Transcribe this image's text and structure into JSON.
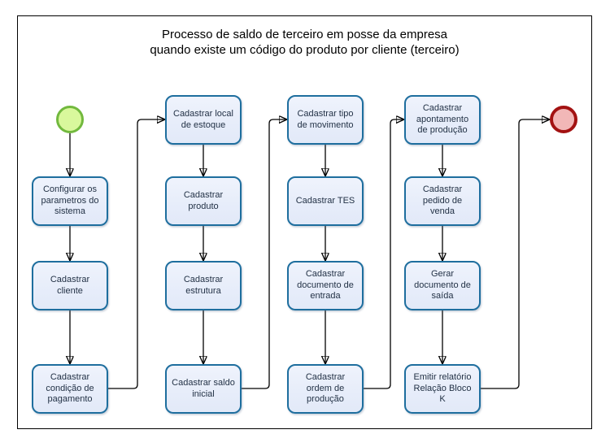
{
  "title": {
    "line1": "Processo de saldo de terceiro em posse da empresa",
    "line2": "quando existe um código do produto por cliente (terceiro)"
  },
  "tasks": [
    {
      "id": "task-configurar-parametros",
      "label": "Configurar os\nparametros do\nsistema"
    },
    {
      "id": "task-cadastrar-cliente",
      "label": "Cadastrar\ncliente"
    },
    {
      "id": "task-cadastrar-condicao-pagamento",
      "label": "Cadastrar\ncondição de\npagamento"
    },
    {
      "id": "task-cadastrar-local-estoque",
      "label": "Cadastrar local\nde estoque"
    },
    {
      "id": "task-cadastrar-produto",
      "label": "Cadastrar\nproduto"
    },
    {
      "id": "task-cadastrar-estrutura",
      "label": "Cadastrar\nestrutura"
    },
    {
      "id": "task-cadastrar-saldo-inicial",
      "label": "Cadastrar saldo\ninicial"
    },
    {
      "id": "task-cadastrar-tipo-movimento",
      "label": "Cadastrar tipo\nde movimento"
    },
    {
      "id": "task-cadastrar-tes",
      "label": "Cadastrar TES"
    },
    {
      "id": "task-cadastrar-documento-entrada",
      "label": "Cadastrar\ndocumento de\nentrada"
    },
    {
      "id": "task-cadastrar-ordem-producao",
      "label": "Cadastrar\nordem de\nprodução"
    },
    {
      "id": "task-cadastrar-apontamento-producao",
      "label": "Cadastrar\napontamento\nde produção"
    },
    {
      "id": "task-cadastrar-pedido-venda",
      "label": "Cadastrar\npedido de\nvenda"
    },
    {
      "id": "task-gerar-documento-saida",
      "label": "Gerar\ndocumento de\nsaída"
    },
    {
      "id": "task-emitir-relatorio-bloco-k",
      "label": "Emitir relatório\nRelação Bloco\nK"
    }
  ],
  "flow": [
    [
      "start-event",
      "task-configurar-parametros"
    ],
    [
      "task-configurar-parametros",
      "task-cadastrar-cliente"
    ],
    [
      "task-cadastrar-cliente",
      "task-cadastrar-condicao-pagamento"
    ],
    [
      "task-cadastrar-condicao-pagamento",
      "task-cadastrar-local-estoque"
    ],
    [
      "task-cadastrar-local-estoque",
      "task-cadastrar-produto"
    ],
    [
      "task-cadastrar-produto",
      "task-cadastrar-estrutura"
    ],
    [
      "task-cadastrar-estrutura",
      "task-cadastrar-saldo-inicial"
    ],
    [
      "task-cadastrar-saldo-inicial",
      "task-cadastrar-tipo-movimento"
    ],
    [
      "task-cadastrar-tipo-movimento",
      "task-cadastrar-tes"
    ],
    [
      "task-cadastrar-tes",
      "task-cadastrar-documento-entrada"
    ],
    [
      "task-cadastrar-documento-entrada",
      "task-cadastrar-ordem-producao"
    ],
    [
      "task-cadastrar-ordem-producao",
      "task-cadastrar-apontamento-producao"
    ],
    [
      "task-cadastrar-apontamento-producao",
      "task-cadastrar-pedido-venda"
    ],
    [
      "task-cadastrar-pedido-venda",
      "task-gerar-documento-saida"
    ],
    [
      "task-gerar-documento-saida",
      "task-emitir-relatorio-bloco-k"
    ],
    [
      "task-emitir-relatorio-bloco-k",
      "end-event"
    ]
  ],
  "colors": {
    "task_fill": "#e8edfa",
    "task_border": "#1e6e9e",
    "task_text": "#233246",
    "start_fill": "#d9f89c",
    "start_border": "#72b93e",
    "end_fill": "#f2b7b7",
    "end_border": "#a31212",
    "connector": "#000000",
    "frame_border": "#000000"
  }
}
